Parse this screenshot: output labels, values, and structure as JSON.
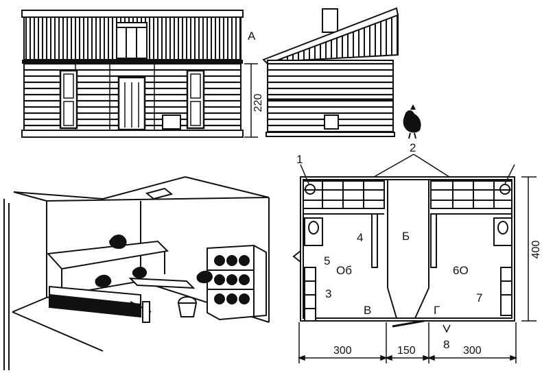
{
  "front_view": {
    "label": "А",
    "height_dim": "220"
  },
  "side_view": {
    "marker": "2"
  },
  "plan": {
    "callouts": [
      "1",
      "2",
      "3",
      "4",
      "5",
      "6",
      "7",
      "8"
    ],
    "rooms": {
      "b": "Б",
      "v": "В",
      "g": "Г"
    },
    "equip": {
      "left": "Об",
      "right": "6О"
    },
    "height_dim": "400",
    "widths": [
      "300",
      "150",
      "300"
    ]
  },
  "colors": {
    "line": "#111111",
    "background": "#ffffff"
  }
}
